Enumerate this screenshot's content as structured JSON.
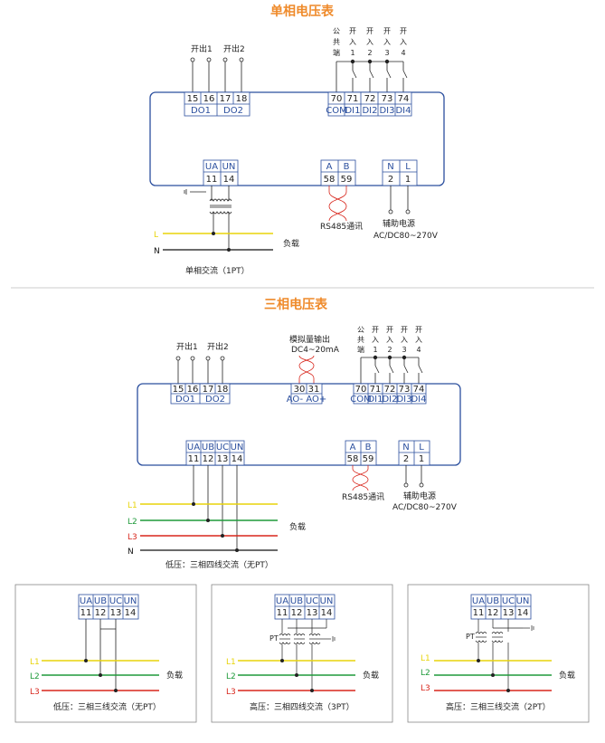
{
  "colors": {
    "title": "#ef8a2a",
    "box": "#2b4f9e",
    "L1": "#e8d40a",
    "L2": "#1e9a3a",
    "L3": "#d8261c",
    "N": "#111111"
  },
  "single": {
    "title": "单相电压表",
    "do1_label": "开出1",
    "do2_label": "开出2",
    "di_labels": [
      "开",
      "入",
      "1",
      "开",
      "入",
      "2",
      "开",
      "入",
      "3",
      "开",
      "入",
      "4"
    ],
    "com_label": [
      "公",
      "共",
      "端"
    ],
    "do_terms": [
      "15",
      "16",
      "17",
      "18"
    ],
    "do_names": [
      "DO1",
      "DO2"
    ],
    "di_terms": [
      "70",
      "71",
      "72",
      "73",
      "74"
    ],
    "di_names": [
      "COM",
      "DI1",
      "DI2",
      "DI3",
      "DI4"
    ],
    "v_heads": [
      "UA",
      "UN"
    ],
    "v_terms": [
      "11",
      "14"
    ],
    "rs_heads": [
      "A",
      "B"
    ],
    "rs_terms": [
      "58",
      "59"
    ],
    "rs_label": "RS485通讯",
    "pw_heads": [
      "N",
      "L"
    ],
    "pw_terms": [
      "2",
      "1"
    ],
    "pw_label": "辅助电源",
    "pw_range": "AC/DC80~270V",
    "line_L": "L",
    "line_N": "N",
    "load": "负载",
    "caption": "单相交流（1PT）"
  },
  "three": {
    "title": "三相电压表",
    "do1_label": "开出1",
    "do2_label": "开出2",
    "ao_label": "模拟量输出",
    "ao_range": "DC4~20mA",
    "ao_terms": [
      "30",
      "31"
    ],
    "ao_names": "AO- AO+",
    "com_label": [
      "公",
      "共",
      "端"
    ],
    "do_terms": [
      "15",
      "16",
      "17",
      "18"
    ],
    "do_names": [
      "DO1",
      "DO2"
    ],
    "di_terms": [
      "70",
      "71",
      "72",
      "73",
      "74"
    ],
    "di_names": [
      "COM",
      "DI1",
      "DI2",
      "DI3",
      "DI4"
    ],
    "v_heads": [
      "UA",
      "UB",
      "UC",
      "UN"
    ],
    "v_terms": [
      "11",
      "12",
      "13",
      "14"
    ],
    "rs_heads": [
      "A",
      "B"
    ],
    "rs_terms": [
      "58",
      "59"
    ],
    "rs_label": "RS485通讯",
    "pw_heads": [
      "N",
      "L"
    ],
    "pw_terms": [
      "2",
      "1"
    ],
    "pw_label": "辅助电源",
    "pw_range": "AC/DC80~270V",
    "lines": [
      "L1",
      "L2",
      "L3",
      "N"
    ],
    "load": "负载",
    "caption": "低压：三相四线交流（无PT）"
  },
  "sub": [
    {
      "heads": [
        "UA",
        "UB",
        "UC",
        "UN"
      ],
      "terms": [
        "11",
        "12",
        "13",
        "14"
      ],
      "lines": [
        "L1",
        "L2",
        "L3"
      ],
      "load": "负载",
      "caption": "低压：三相三线交流（无PT）"
    },
    {
      "heads": [
        "UA",
        "UB",
        "UC",
        "UN"
      ],
      "terms": [
        "11",
        "12",
        "13",
        "14"
      ],
      "pt": "PT",
      "lines": [
        "L1",
        "L2",
        "L3"
      ],
      "load": "负载",
      "caption": "高压：三相四线交流（3PT）"
    },
    {
      "heads": [
        "UA",
        "UB",
        "UC",
        "UN"
      ],
      "terms": [
        "11",
        "12",
        "13",
        "14"
      ],
      "pt": "PT",
      "lines": [
        "L1",
        "L2",
        "L3"
      ],
      "load": "负载",
      "caption": "高压：三相三线交流（2PT）"
    }
  ]
}
